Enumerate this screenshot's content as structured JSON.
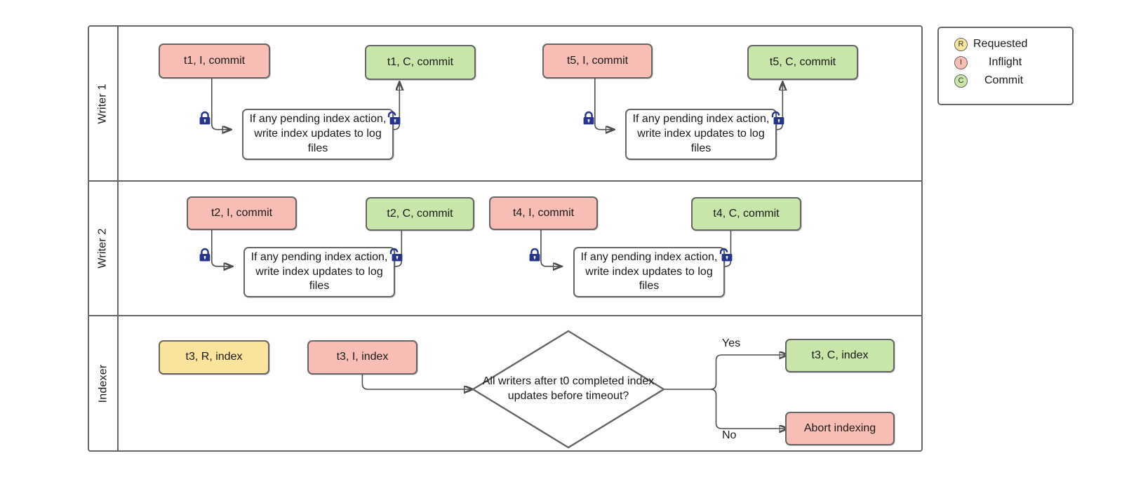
{
  "diagram": {
    "title": "Writer / Indexer lock-coordination swimlane",
    "colors": {
      "inflight": "#f8bdb4",
      "commit": "#c8e6a9",
      "requested": "#fae39b",
      "process": "#ffffff",
      "stroke": "#666666",
      "edge": "#4d4d4d",
      "lock": "#27348b"
    }
  },
  "lanes": [
    {
      "label": "Writer 1"
    },
    {
      "label": "Writer 2"
    },
    {
      "label": "Indexer"
    }
  ],
  "writer1": {
    "t1_inflight": "t1, I, commit",
    "t1_commit": "t1, C, commit",
    "t1_process": "If any pending index action, write index updates to log files",
    "t5_inflight": "t5, I, commit",
    "t5_commit": "t5, C, commit",
    "t5_process": "If any pending index action, write index updates to log files"
  },
  "writer2": {
    "t2_inflight": "t2, I, commit",
    "t2_commit": "t2, C, commit",
    "t2_process": "If any pending index action, write index updates to log files",
    "t4_inflight": "t4, I, commit",
    "t4_commit": "t4, C, commit",
    "t4_process": "If any pending index action, write index updates to log files"
  },
  "indexer": {
    "t3_requested": "t3, R, index",
    "t3_inflight": "t3, I, index",
    "decision": "All writers after t0 completed index updates before timeout?",
    "yes_label": "Yes",
    "no_label": "No",
    "t3_commit": "t3, C, index",
    "abort": "Abort indexing"
  },
  "locks": {
    "acquire_name": "lock-closed-icon",
    "release_name": "lock-open-icon"
  },
  "legend": {
    "items": [
      {
        "code": "R",
        "label": "Requested",
        "color": "#fae39b"
      },
      {
        "code": "I",
        "label": "Inflight",
        "color": "#f8bdb4"
      },
      {
        "code": "C",
        "label": "Commit",
        "color": "#c8e6a9"
      }
    ]
  }
}
